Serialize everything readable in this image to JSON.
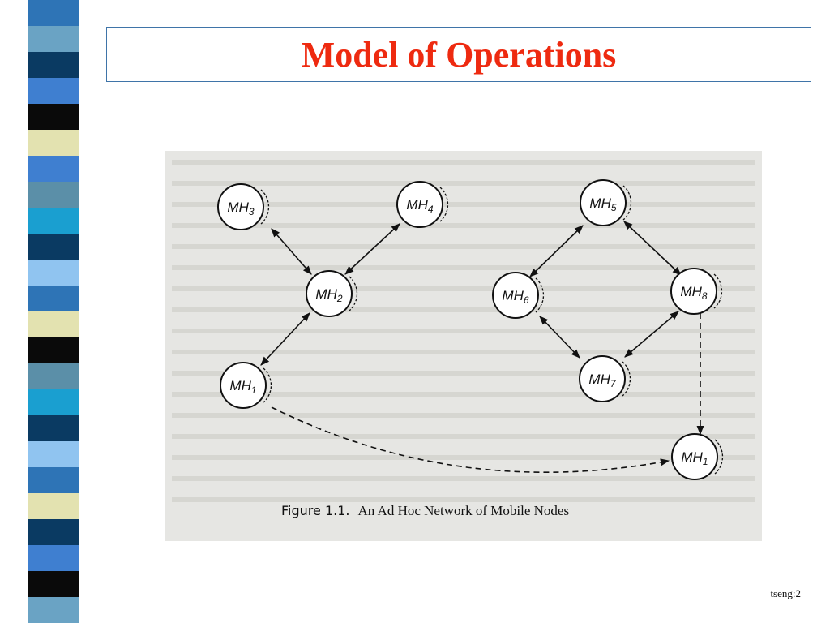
{
  "slide": {
    "title": "Model of Operations",
    "footer": "tseng:2",
    "accent_color": "#ee2a10",
    "stripe_colors": [
      "#2e74b6",
      "#6aa3c4",
      "#0a3a62",
      "#3f7fd0",
      "#0a0a0a",
      "#e3e2b0",
      "#3f7fd0",
      "#5b8fa8",
      "#1a9fd0",
      "#0a3a62",
      "#90c4f0",
      "#2e74b6",
      "#e3e2b0",
      "#0a0a0a",
      "#5b8fa8",
      "#1a9fd0",
      "#0a3a62",
      "#90c4f0",
      "#2e74b6",
      "#e3e2b0",
      "#0a3a62",
      "#3f7fd0",
      "#0a0a0a",
      "#6aa3c4"
    ]
  },
  "figure": {
    "caption_number": "Figure 1.1.",
    "caption_text": "An Ad Hoc Network of Mobile Nodes",
    "nodes": {
      "mh3": {
        "base": "MH",
        "sub": "3"
      },
      "mh4": {
        "base": "MH",
        "sub": "4"
      },
      "mh5": {
        "base": "MH",
        "sub": "5"
      },
      "mh2": {
        "base": "MH",
        "sub": "2"
      },
      "mh6": {
        "base": "MH",
        "sub": "6"
      },
      "mh8": {
        "base": "MH",
        "sub": "8"
      },
      "mh1": {
        "base": "MH",
        "sub": "1"
      },
      "mh7": {
        "base": "MH",
        "sub": "7"
      },
      "mh1b": {
        "base": "MH",
        "sub": "1"
      }
    }
  }
}
